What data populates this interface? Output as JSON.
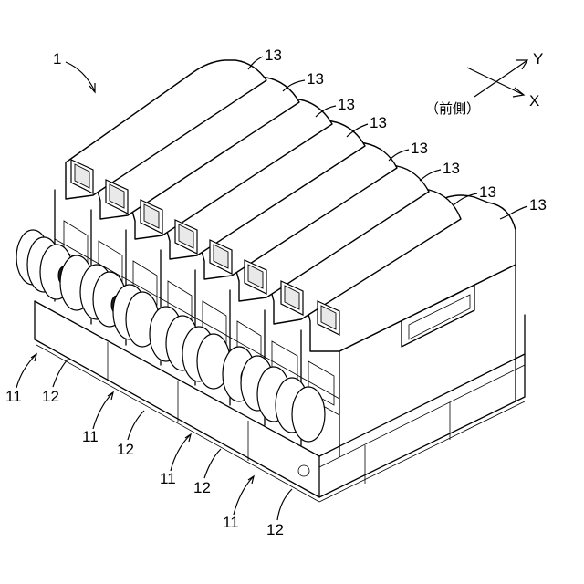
{
  "figure": {
    "main_ref": "1",
    "hood_ref": "13",
    "module_ref": "11",
    "base_ref": "12",
    "axis_y": "Y",
    "axis_x": "X",
    "front_side": "（前側）"
  }
}
